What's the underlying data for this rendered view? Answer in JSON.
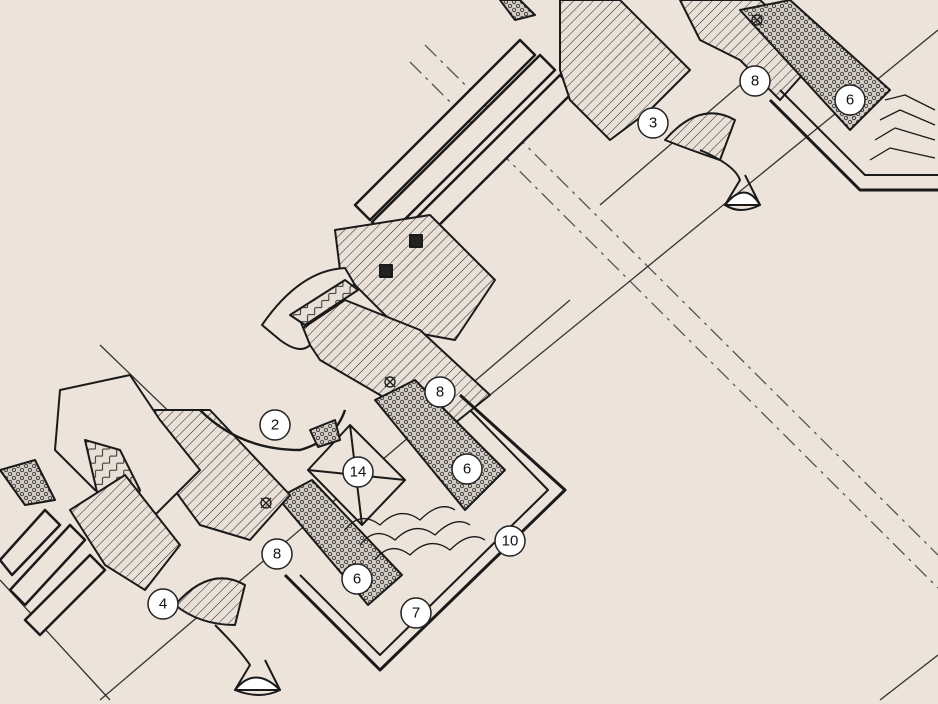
{
  "drawing": {
    "background": "#ece3da",
    "line_color": "#1a1a1a",
    "section_fill": "#e4dbd2",
    "insulation_fill": "#cfc8c0",
    "callouts": [
      "2",
      "3",
      "4",
      "6",
      "6",
      "6",
      "7",
      "8",
      "8",
      "8",
      "10",
      "14"
    ]
  }
}
